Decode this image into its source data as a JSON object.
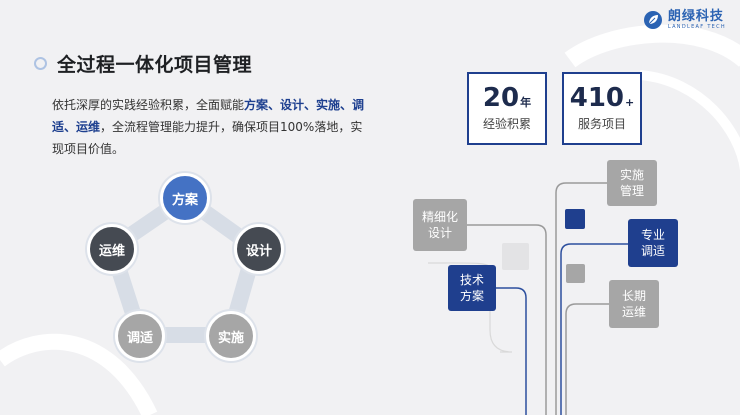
{
  "logo": {
    "brand": "朗绿科技",
    "brand_en": "LANDLEAF TECH"
  },
  "title": "全过程一体化项目管理",
  "paragraph": {
    "segments": [
      {
        "text": "依托深厚的实践经验积累，全面赋能",
        "bold": false
      },
      {
        "text": "方案、设计、实施、调适、运维",
        "bold": true
      },
      {
        "text": "，全流程管理能力提升，确保项目100%落地，实现项目价值。",
        "bold": false
      }
    ]
  },
  "cycle": {
    "nodes": [
      {
        "label": "方案",
        "style": "blue"
      },
      {
        "label": "设计",
        "style": "dark"
      },
      {
        "label": "实施",
        "style": "gray"
      },
      {
        "label": "调适",
        "style": "gray"
      },
      {
        "label": "运维",
        "style": "dark"
      }
    ]
  },
  "stats": [
    {
      "number": "20",
      "unit": "年",
      "label": "经验积累"
    },
    {
      "number": "410",
      "unit": "+",
      "label": "服务项目"
    }
  ],
  "tree": {
    "boxes": [
      {
        "line1": "精细化",
        "line2": "设计",
        "style": "gray"
      },
      {
        "line1": "技术",
        "line2": "方案",
        "style": "navy"
      },
      {
        "line1": "实施",
        "line2": "管理",
        "style": "gray"
      },
      {
        "line1": "专业",
        "line2": "调适",
        "style": "navy"
      },
      {
        "line1": "长期",
        "line2": "运维",
        "style": "gray"
      }
    ]
  },
  "colors": {
    "navy": "#1f3f8e",
    "blue": "#4472c4",
    "dark": "#454a52",
    "gray": "#a6a6a6"
  }
}
